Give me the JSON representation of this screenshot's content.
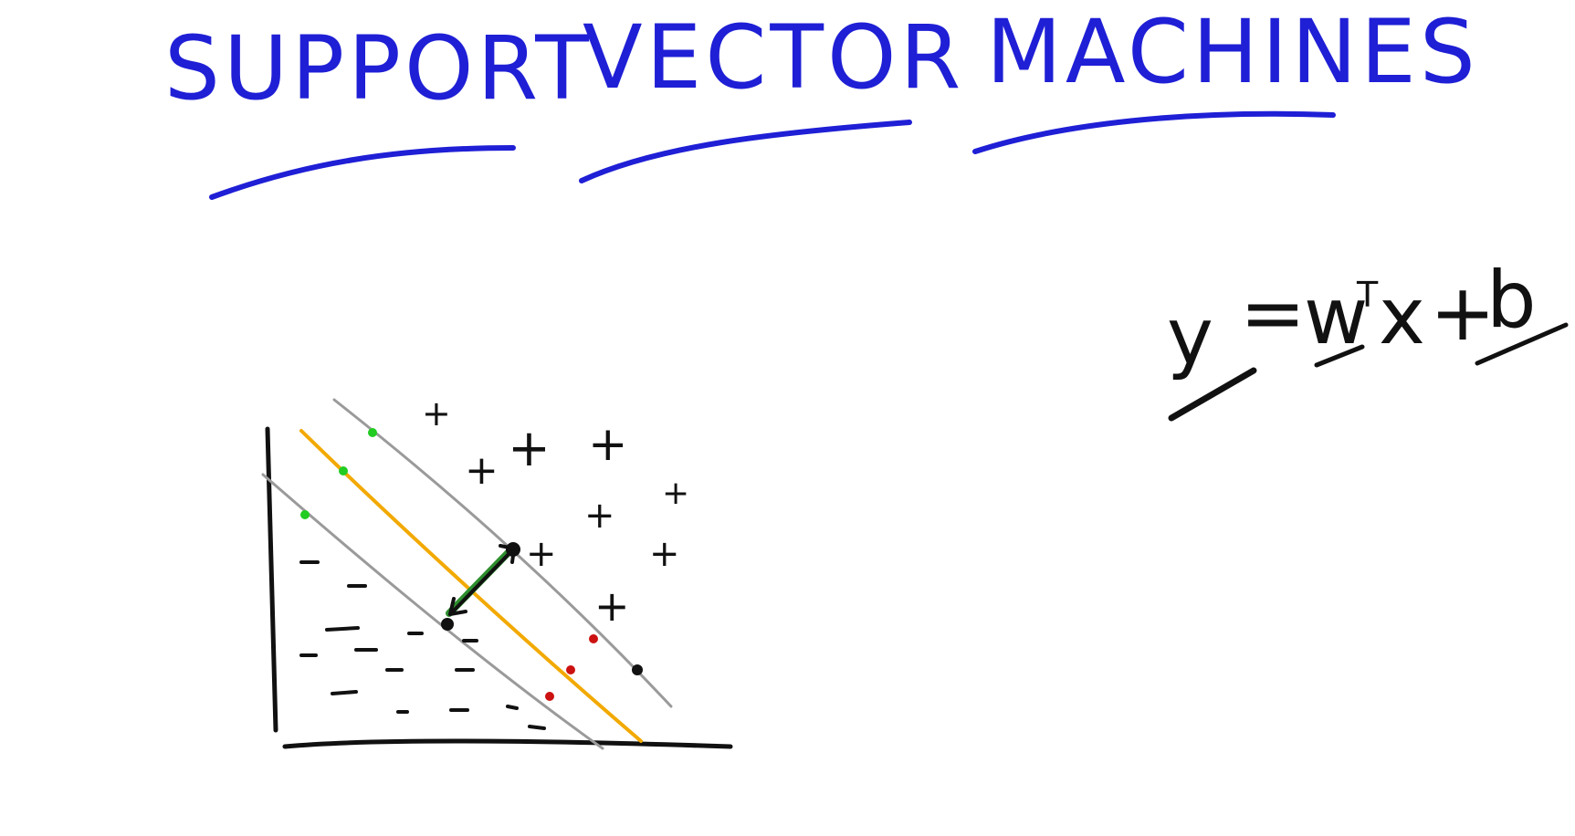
{
  "title": {
    "words": [
      "SUPPORT",
      "VECTOR",
      "MACHINES"
    ]
  },
  "equation": {
    "lhs": "y",
    "equals": "=",
    "weight": "w",
    "transpose": "T",
    "variable": "x",
    "plus": "+",
    "bias": "b"
  },
  "diagram": {
    "positive_label": "+",
    "negative_label": "-",
    "colors": {
      "ink": "#111111",
      "title": "#1f1fd6",
      "hyperplane": "#f2a900",
      "margin": "#9a9a9a",
      "support_positive": "#22cc22",
      "support_negative": "#cc1111",
      "margin_vector": "#2d8f2d"
    }
  }
}
